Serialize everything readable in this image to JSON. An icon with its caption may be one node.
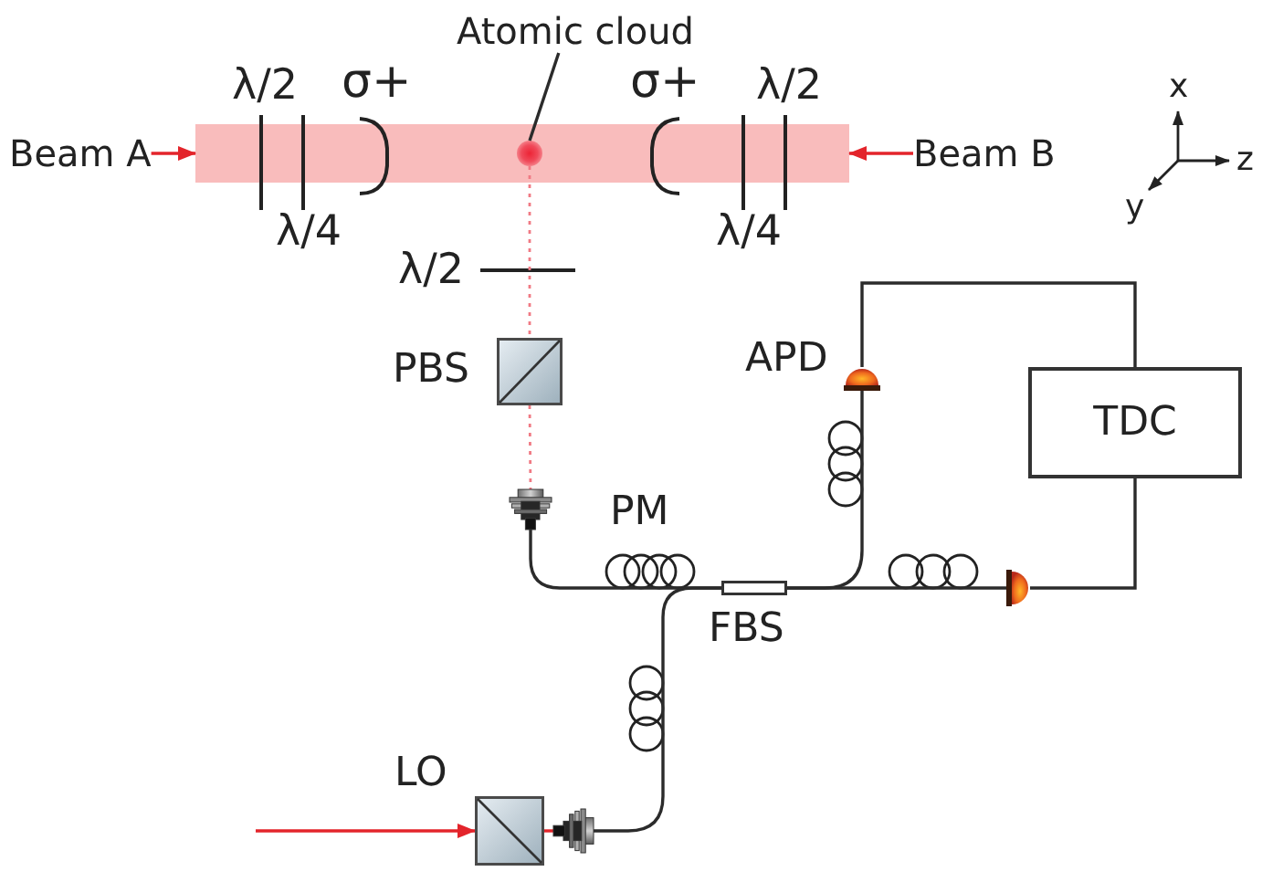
{
  "diagram": {
    "nodes": [
      {
        "text": [
          "Atomic cloud"
        ]
      },
      {
        "text": [
          "Beam A"
        ]
      },
      {
        "text": [],
        "shape": "bar"
      },
      {
        "text": [],
        "shape": "circle",
        "in": 2
      },
      {
        "text": [
          "Beam B"
        ]
      },
      {
        "text": [
          "PBS"
        ]
      },
      {
        "text": [
          "APD"
        ]
      },
      {
        "text": [
          "TDC"
        ]
      },
      {
        "text": [],
        "shape": "picture"
      },
      {
        "text": [
          "FBS"
        ]
      },
      {
        "text": [],
        "shape": "semicircle"
      },
      {
        "text": [
          "LO"
        ]
      },
      {
        "text": [],
        "shape": "picture"
      }
    ],
    "edges": [
      {
        "from": 1,
        "to": 2,
        "arrow": "to",
        "color": "#e3242b"
      },
      {
        "from": 4,
        "to": 2,
        "arrow": "to",
        "color": "#e3242b"
      },
      {
        "from": 0,
        "to": 3,
        "arrow": "none"
      },
      {
        "from": 3,
        "to": 5,
        "arrow": "none",
        "style": "dashed",
        "color": "#f07a84"
      },
      {
        "from": 5,
        "to": 8,
        "arrow": "none",
        "style": "dashed",
        "color": "#f07a84"
      },
      {
        "from": 8,
        "to": 9,
        "arrow": "none",
        "label": "PM"
      },
      {
        "from": 9,
        "to": 6,
        "arrow": "none"
      },
      {
        "from": 9,
        "to": 10,
        "arrow": "none"
      },
      {
        "from": 12,
        "to": 9,
        "arrow": "none"
      },
      {
        "from": 6,
        "to": 7,
        "arrow": "none"
      },
      {
        "from": 10,
        "to": 7,
        "arrow": "none"
      },
      {
        "from": null,
        "to": 11,
        "arrow": "to",
        "color": "#e3242b"
      },
      {
        "from": 11,
        "to": 12,
        "arrow": "none",
        "color": "#e3242b"
      }
    ],
    "labels": [
      "λ/2",
      "σ+",
      "σ+",
      "λ/2",
      "x",
      "z",
      "λ/4",
      "λ/4",
      "y",
      "λ/2"
    ]
  }
}
